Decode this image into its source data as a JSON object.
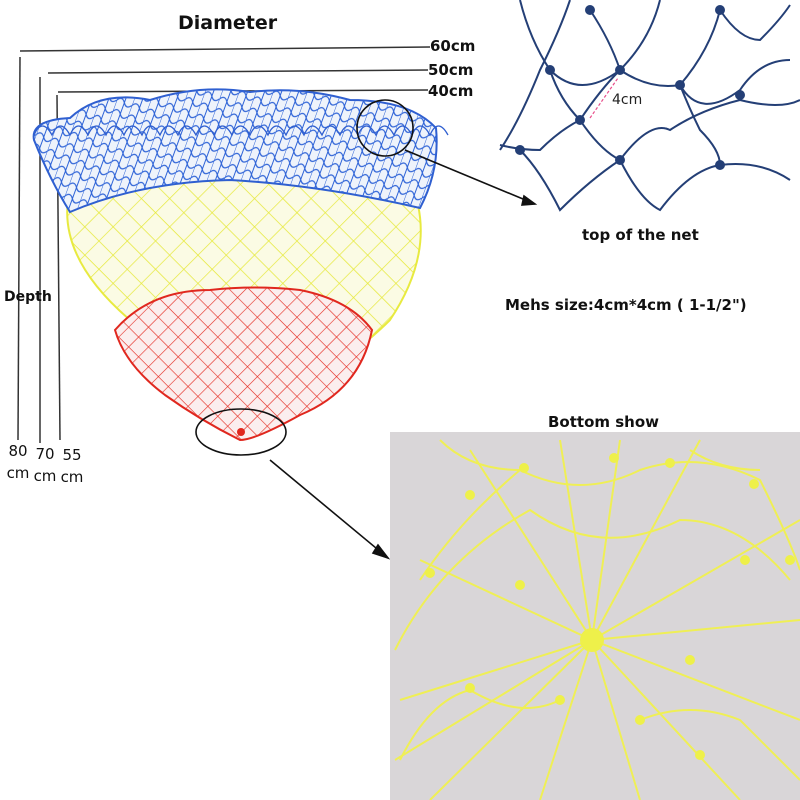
{
  "diagram": {
    "title": "Diameter",
    "diameters": [
      "60cm",
      "50cm",
      "40cm"
    ],
    "depth_label": "Depth",
    "depths": [
      {
        "value": "80",
        "unit": "cm"
      },
      {
        "value": "70",
        "unit": "cm"
      },
      {
        "value": "55",
        "unit": "cm"
      }
    ],
    "net_colors": {
      "top": "#2f5fd0",
      "middle": "#eef047",
      "bottom": "#e0281f"
    }
  },
  "top_detail": {
    "caption": "top of the net",
    "measure_label": "4cm",
    "line_color": "#243f76"
  },
  "mesh_size": "Mehs size:4cm*4cm ( 1-1/2\")",
  "bottom_detail": {
    "caption": "Bottom show",
    "line_color": "#f1f14e"
  }
}
